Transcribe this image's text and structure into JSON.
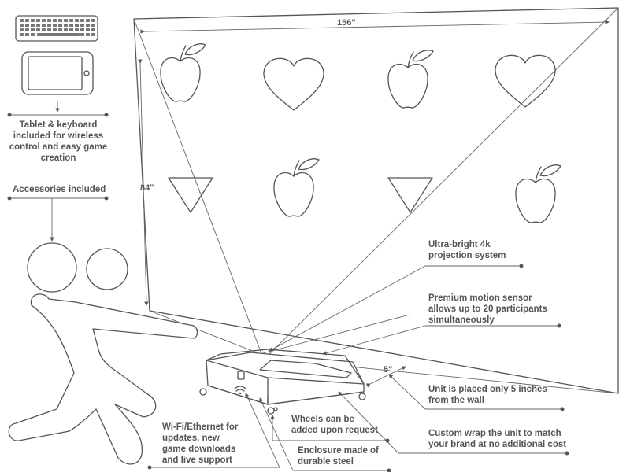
{
  "dimensions": {
    "width": "156\"",
    "height": "84\"",
    "gap": "5\""
  },
  "callouts": {
    "tablet_keyboard": "Tablet & keyboard\nincluded for wireless\ncontrol and easy game\ncreation",
    "accessories": "Accessories included",
    "projection": "Ultra-bright 4k\nprojection system",
    "motion_sensor": "Premium motion sensor\nallows up to 20 participants\nsimultaneously",
    "wall_distance": "Unit is placed only 5 inches\nfrom the wall",
    "custom_wrap": "Custom wrap the unit to match\nyour brand at no additional cost",
    "wheels": "Wheels can be\nadded upon request",
    "enclosure": "Enclosure made of\ndurable steel",
    "connectivity": "Wi-Fi/Ethernet for\nupdates, new\ngame downloads\nand live support"
  },
  "wall_shapes": [
    "apple",
    "heart",
    "apple",
    "heart",
    "triangle",
    "apple",
    "triangle",
    "apple"
  ],
  "icons": [
    "keyboard-icon",
    "tablet-icon",
    "wifi-icon",
    "usb-port-icon"
  ],
  "colors": {
    "line": "#555555",
    "background": "#ffffff"
  }
}
